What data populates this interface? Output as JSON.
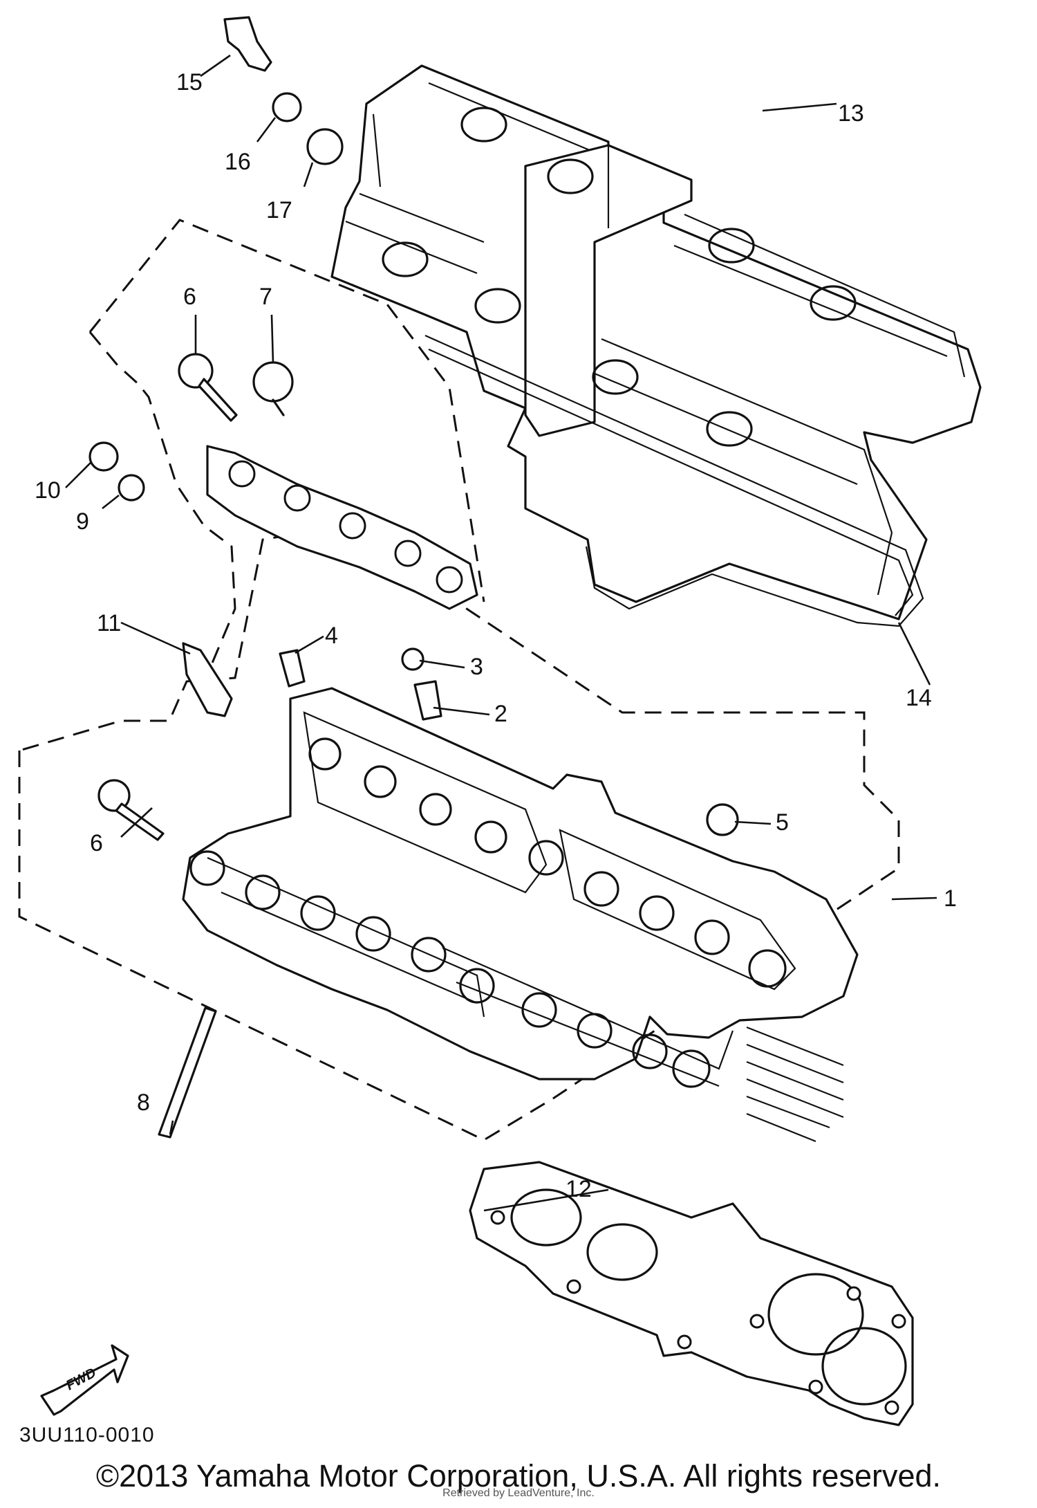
{
  "callouts": {
    "c1": "1",
    "c2": "2",
    "c3": "3",
    "c4": "4",
    "c5": "5",
    "c6a": "6",
    "c6b": "6",
    "c7": "7",
    "c8": "8",
    "c9": "9",
    "c10": "10",
    "c11": "11",
    "c12": "12",
    "c13": "13",
    "c14": "14",
    "c15": "15",
    "c16": "16",
    "c17": "17"
  },
  "fwd_label": "FWD",
  "diagram_code": "3UU110-0010",
  "copyright": "©2013 Yamaha Motor Corporation, U.S.A. All rights reserved.",
  "watermark": "Retrieved by LeadVenture, Inc."
}
